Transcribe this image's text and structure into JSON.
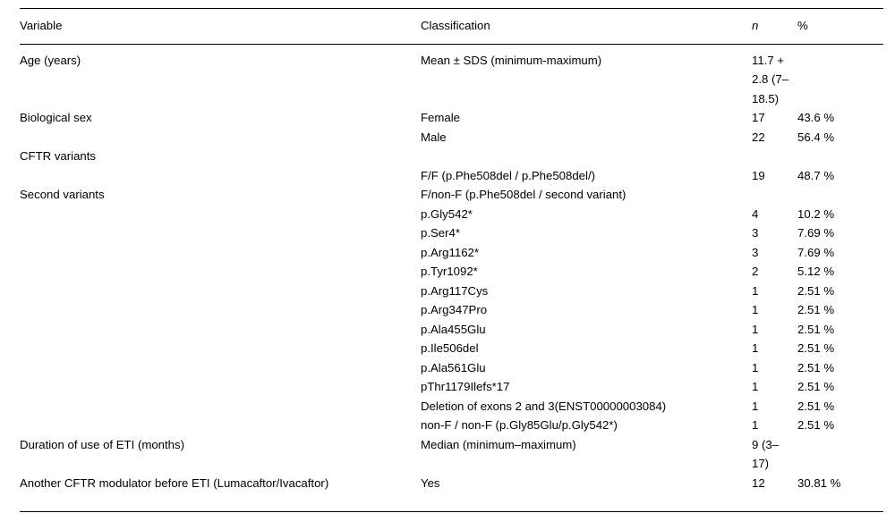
{
  "table": {
    "name": "participant-characteristics-table",
    "columns": [
      {
        "key": "variable",
        "label": "Variable",
        "italic": false
      },
      {
        "key": "classification",
        "label": "Classification",
        "italic": false
      },
      {
        "key": "n",
        "label": "n",
        "italic": true
      },
      {
        "key": "percent",
        "label": "%",
        "italic": false
      }
    ],
    "rows": [
      {
        "variable": "Age (years)",
        "classification": "Mean ± SDS (minimum-maximum)",
        "n": "11.7 + 2.8 (7–18.5)",
        "percent": ""
      },
      {
        "variable": "Biological sex",
        "classification": "Female",
        "n": "17",
        "percent": "43.6 %"
      },
      {
        "variable": "",
        "classification": "Male",
        "n": "22",
        "percent": "56.4 %"
      },
      {
        "variable": "CFTR variants",
        "classification": "",
        "n": "",
        "percent": ""
      },
      {
        "variable": "",
        "classification": "F/F (p.Phe508del / p.Phe508del/)",
        "n": "19",
        "percent": "48.7 %"
      },
      {
        "variable": "Second variants",
        "classification": "F/non-F (p.Phe508del / second variant)",
        "n": "",
        "percent": ""
      },
      {
        "variable": "",
        "classification": "p.Gly542*",
        "n": "4",
        "percent": "10.2 %"
      },
      {
        "variable": "",
        "classification": "p.Ser4*",
        "n": "3",
        "percent": "7.69 %"
      },
      {
        "variable": "",
        "classification": "p.Arg1162*",
        "n": "3",
        "percent": "7.69 %"
      },
      {
        "variable": "",
        "classification": "p.Tyr1092*",
        "n": "2",
        "percent": "5.12 %"
      },
      {
        "variable": "",
        "classification": "p.Arg117Cys",
        "n": "1",
        "percent": "2.51 %"
      },
      {
        "variable": "",
        "classification": "p.Arg347Pro",
        "n": "1",
        "percent": "2.51 %"
      },
      {
        "variable": "",
        "classification": "p.Ala455Glu",
        "n": "1",
        "percent": "2.51 %"
      },
      {
        "variable": "",
        "classification": "p.Ile506del",
        "n": "1",
        "percent": "2.51 %"
      },
      {
        "variable": "",
        "classification": "p.Ala561Glu",
        "n": "1",
        "percent": "2.51 %"
      },
      {
        "variable": "",
        "classification": "pThr1179Ilefs*17",
        "n": "1",
        "percent": "2.51 %"
      },
      {
        "variable": "",
        "classification": "Deletion of exons 2 and 3(ENST00000003084)",
        "n": "1",
        "percent": "2.51 %"
      },
      {
        "variable": "",
        "classification": "non-F / non-F (p.Gly85Glu/p.Gly542*)",
        "n": "1",
        "percent": "2.51 %"
      },
      {
        "variable": "Duration of use of ETI (months)",
        "classification": "Median (minimum–maximum)",
        "n": "9 (3–17)",
        "percent": ""
      },
      {
        "variable": "Another CFTR modulator before ETI (Lumacaftor/Ivacaftor)",
        "classification": "Yes",
        "n": "12",
        "percent": "30.81 %"
      }
    ]
  },
  "style": {
    "text_color": "#000000",
    "background": "#ffffff",
    "rule_color": "#000000"
  }
}
